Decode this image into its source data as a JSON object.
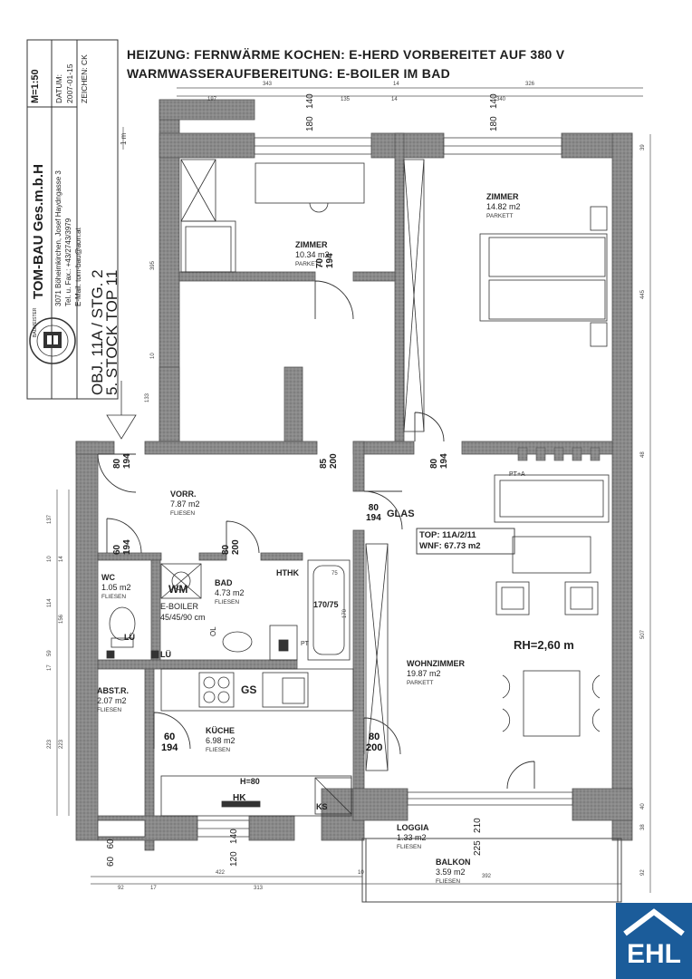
{
  "header": {
    "line1": "HEIZUNG: FERNWÄRME  KOCHEN: E-HERD VORBEREITET AUF 380 V",
    "line2": "WARMWASSERAUFBEREITUNG: E-BOILER IM BAD"
  },
  "titleblock": {
    "scale": "M=1:50",
    "date_label": "DATUM:",
    "date": "2007-01-15",
    "drawn_by": "ZEICHEN: CK",
    "company": "TOM-BAU Ges.m.b.H",
    "address": "3071 Böheimkirchen, Josef Haydngasse 3",
    "phone": "Tel. u. Fax.: +43/2743/3979",
    "email": "E-Mail: tom-bau@aon.at",
    "object": "OBJ. 11A / STG. 2",
    "floor": "5. STOCK  TOP 11",
    "seal": "BAUMEISTER"
  },
  "unit_info": {
    "top": "TOP: 11A/2/11",
    "wnf": "WNF: 67.73 m2",
    "room_height": "RH=2,60 m"
  },
  "rooms": [
    {
      "name": "ZIMMER",
      "area": "10.34 m2",
      "floor": "PARKETT"
    },
    {
      "name": "ZIMMER",
      "area": "14.82 m2",
      "floor": "PARKETT"
    },
    {
      "name": "VORR.",
      "area": "7.87 m2",
      "floor": "FLIESEN"
    },
    {
      "name": "WC",
      "area": "1.05 m2",
      "floor": "FLIESEN"
    },
    {
      "name": "BAD",
      "area": "4.73 m2",
      "floor": "FLIESEN"
    },
    {
      "name": "WOHNZIMMER",
      "area": "19.87 m2",
      "floor": "PARKETT"
    },
    {
      "name": "ABST.R.",
      "area": "2.07 m2",
      "floor": "FLIESEN"
    },
    {
      "name": "KÜCHE",
      "area": "6.98 m2",
      "floor": "FLIESEN"
    },
    {
      "name": "LOGGIA",
      "area": "1.33 m2",
      "floor": "FLIESEN"
    },
    {
      "name": "BALKON",
      "area": "3.59 m2",
      "floor": "FLIESEN"
    }
  ],
  "labels": {
    "wm": "WM",
    "boiler": "E-BOILER",
    "boiler_size": "45/45/90 cm",
    "hthk": "HTHK",
    "gs": "GS",
    "h80": "H=80",
    "hk": "HK",
    "ks": "KS",
    "lu1": "LÜ",
    "lu2": "LÜ",
    "glas": "GLAS",
    "pt_a": "PT+A",
    "pt": "PT",
    "bathtub": "170/75",
    "ol": "OL"
  },
  "doors": [
    {
      "w": "80",
      "h": "194"
    },
    {
      "w": "70",
      "h": "194"
    },
    {
      "w": "80",
      "h": "194"
    },
    {
      "w": "85",
      "h": "200"
    },
    {
      "w": "80",
      "h": "194"
    },
    {
      "w": "60",
      "h": "194"
    },
    {
      "w": "80",
      "h": "200"
    },
    {
      "w": "60",
      "h": "194"
    },
    {
      "w": "80",
      "h": "200"
    }
  ],
  "windows": [
    {
      "w": "180",
      "h": "140"
    },
    {
      "w": "180",
      "h": "140"
    },
    {
      "w": "120",
      "h": "140"
    },
    {
      "w": "60",
      "h": "60"
    },
    {
      "w": "225",
      "h": "210"
    }
  ],
  "dimensions": {
    "top_outer": [
      "343",
      "14",
      "326"
    ],
    "top_inner": [
      "197",
      "135",
      "14",
      "340"
    ],
    "bottom_outer": [
      "422",
      "10"
    ],
    "bottom_inner": [
      "92",
      "17",
      "313",
      "392"
    ],
    "right_side": [
      "39",
      "445",
      "48",
      "507",
      "40",
      "38",
      "92"
    ],
    "left_side": [
      "137",
      "10",
      "14",
      "114",
      "156",
      "59",
      "17",
      "223",
      "223"
    ],
    "misc": [
      "1 m",
      "395",
      "10",
      "133",
      "75",
      "170"
    ]
  },
  "brand": {
    "logo": "EHL",
    "color": "#1b5c9a"
  }
}
